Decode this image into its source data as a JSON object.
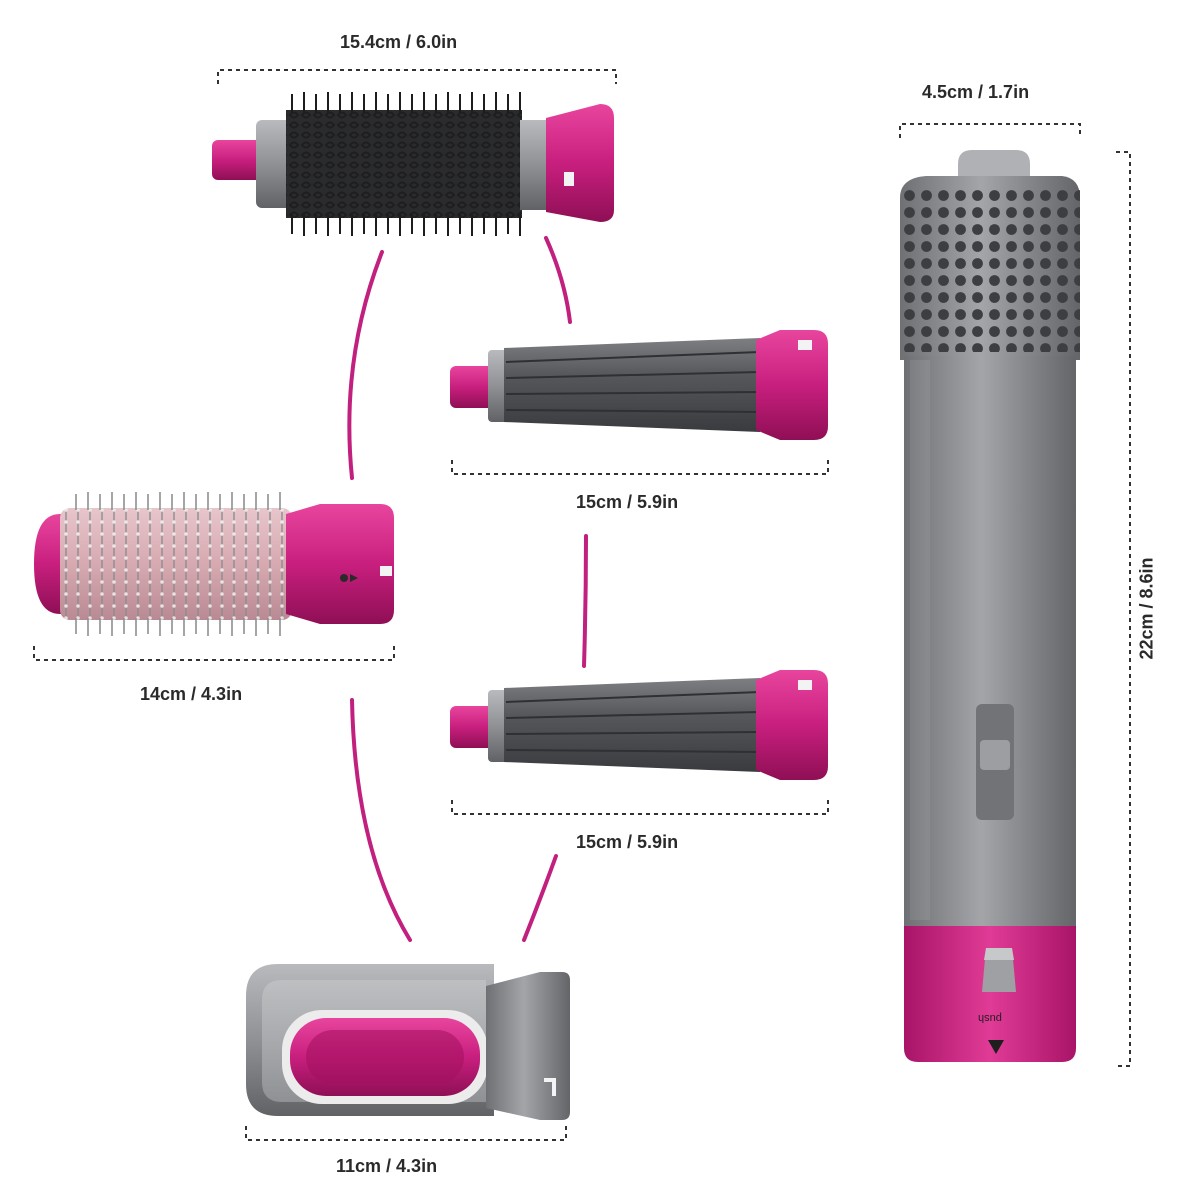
{
  "colors": {
    "magenta": "#c81f7e",
    "magenta_dark": "#8f0f55",
    "grey": "#8f9195",
    "grey_dark": "#55575b",
    "arc": "#c2207e"
  },
  "labels": {
    "round_brush": "15.4cm / 6.0in",
    "body_width": "4.5cm / 1.7in",
    "curler_top": "15cm / 5.9in",
    "curler_bottom": "15cm / 5.9in",
    "volume_brush": "14cm / 4.3in",
    "smoother": "11cm / 4.3in",
    "body_height": "22cm / 8.6in"
  },
  "body_text": {
    "push": "push"
  }
}
